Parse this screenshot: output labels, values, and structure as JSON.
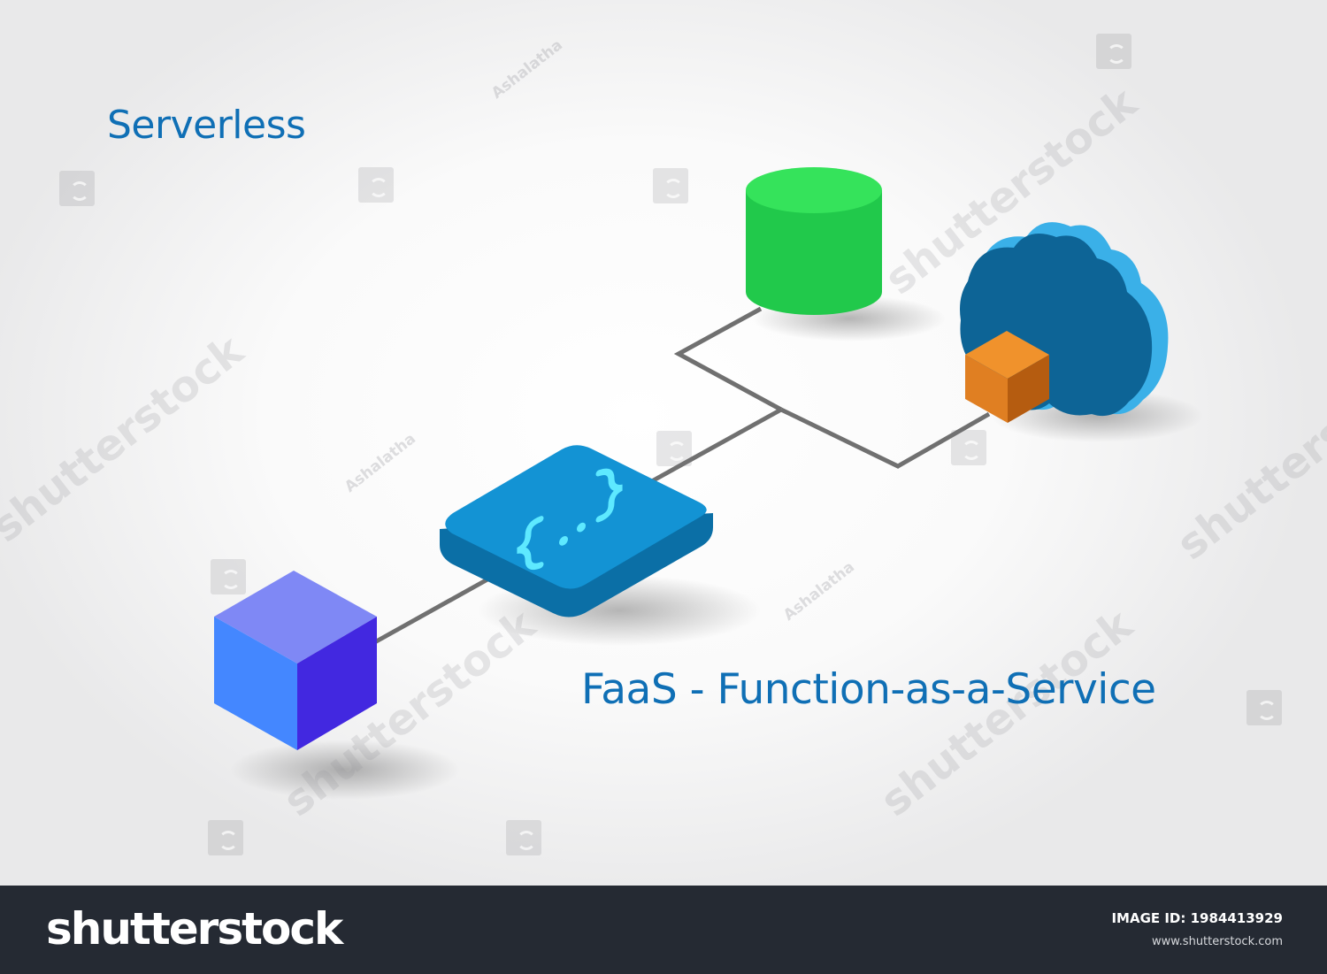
{
  "labels": {
    "title": "Serverless",
    "subtitle": "FaaS - Function-as-a-Service"
  },
  "watermark": {
    "text": "shutterstock",
    "author": "Ashalatha"
  },
  "footer": {
    "logo": "shutterstock",
    "image_id_label": "IMAGE ID:",
    "image_id": "1984413929",
    "url": "www.shutterstock.com"
  },
  "icons": {
    "client": "cube-icon",
    "function": "function-braces-icon",
    "database": "database-cylinder-icon",
    "cloud": "cloud-icon",
    "container": "container-cube-icon"
  },
  "colors": {
    "text_blue": "#0f6fb5",
    "connector": "#707070",
    "cube_top": "#7f88f5",
    "cube_left": "#4487ff",
    "cube_right": "#4228e0",
    "tile_top": "#1393d4",
    "tile_side": "#0b6fa6",
    "braces": "#5ee9ff",
    "db_top": "#35e35b",
    "db_side": "#21c94b",
    "cloud_front": "#0d6496",
    "cloud_back": "#3ab0e8",
    "orange_top": "#f0922c",
    "orange_left": "#e07f22",
    "orange_right": "#b55c10",
    "footer_bg": "#252a33"
  }
}
